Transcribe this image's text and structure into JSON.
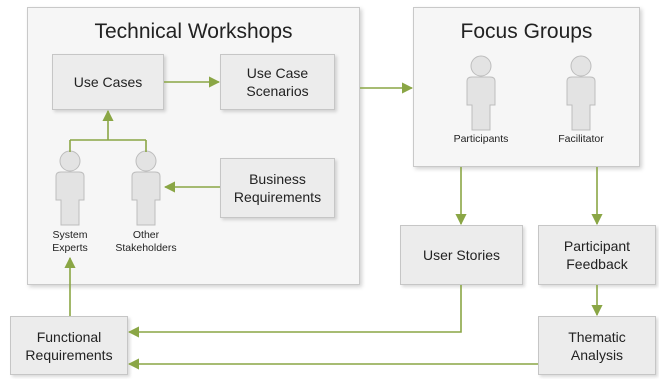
{
  "colors": {
    "arrow": "#8aa645",
    "panel_bg": "#f6f6f6",
    "box_bg": "#ececec",
    "person_fill": "#e3e3e3",
    "person_stroke": "#bdbdbd"
  },
  "panels": {
    "technical_workshops": "Technical Workshops",
    "focus_groups": "Focus Groups"
  },
  "boxes": {
    "use_cases": "Use Cases",
    "use_case_scenarios": "Use Case\nScenarios",
    "business_requirements": "Business\nRequirements",
    "user_stories": "User Stories",
    "participant_feedback": "Participant\nFeedback",
    "functional_requirements": "Functional\nRequirements",
    "thematic_analysis": "Thematic\nAnalysis"
  },
  "people": {
    "system_experts": "System\nExperts",
    "other_stakeholders": "Other\nStakeholders",
    "participants": "Participants",
    "facilitator": "Facilitator"
  },
  "icons": [
    "person-icon"
  ]
}
